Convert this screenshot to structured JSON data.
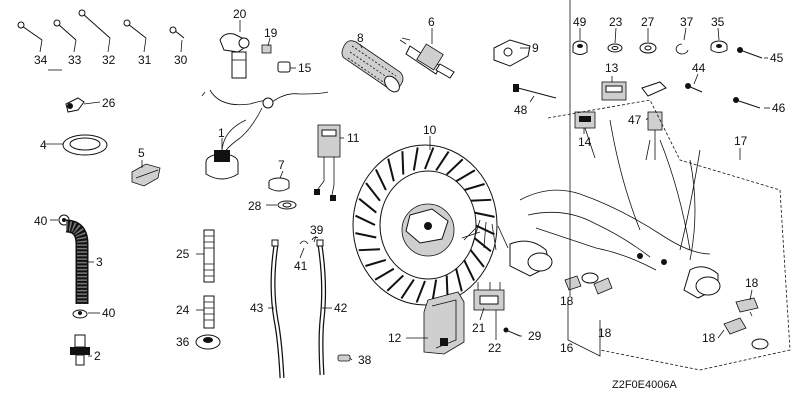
{
  "diagram": {
    "drawing_code": "Z2F0E4006A",
    "parts": [
      {
        "id": "p1",
        "number": "1"
      },
      {
        "id": "p2",
        "number": "2"
      },
      {
        "id": "p3",
        "number": "3"
      },
      {
        "id": "p4",
        "number": "4"
      },
      {
        "id": "p5",
        "number": "5"
      },
      {
        "id": "p6",
        "number": "6"
      },
      {
        "id": "p7",
        "number": "7"
      },
      {
        "id": "p8",
        "number": "8"
      },
      {
        "id": "p9",
        "number": "9"
      },
      {
        "id": "p10",
        "number": "10"
      },
      {
        "id": "p11",
        "number": "11"
      },
      {
        "id": "p12",
        "number": "12"
      },
      {
        "id": "p13",
        "number": "13"
      },
      {
        "id": "p14",
        "number": "14"
      },
      {
        "id": "p15",
        "number": "15"
      },
      {
        "id": "p16",
        "number": "16"
      },
      {
        "id": "p17",
        "number": "17"
      },
      {
        "id": "p18a",
        "number": "18"
      },
      {
        "id": "p18b",
        "number": "18"
      },
      {
        "id": "p18c",
        "number": "18"
      },
      {
        "id": "p18d",
        "number": "18"
      },
      {
        "id": "p19",
        "number": "19"
      },
      {
        "id": "p20",
        "number": "20"
      },
      {
        "id": "p21",
        "number": "21"
      },
      {
        "id": "p22",
        "number": "22"
      },
      {
        "id": "p23",
        "number": "23"
      },
      {
        "id": "p24",
        "number": "24"
      },
      {
        "id": "p25",
        "number": "25"
      },
      {
        "id": "p26",
        "number": "26"
      },
      {
        "id": "p27",
        "number": "27"
      },
      {
        "id": "p28",
        "number": "28"
      },
      {
        "id": "p29",
        "number": "29"
      },
      {
        "id": "p30",
        "number": "30"
      },
      {
        "id": "p31",
        "number": "31"
      },
      {
        "id": "p32",
        "number": "32"
      },
      {
        "id": "p33",
        "number": "33"
      },
      {
        "id": "p34",
        "number": "34"
      },
      {
        "id": "p35",
        "number": "35"
      },
      {
        "id": "p36",
        "number": "36"
      },
      {
        "id": "p37",
        "number": "37"
      },
      {
        "id": "p38",
        "number": "38"
      },
      {
        "id": "p39",
        "number": "39"
      },
      {
        "id": "p40a",
        "number": "40"
      },
      {
        "id": "p40b",
        "number": "40"
      },
      {
        "id": "p41",
        "number": "41"
      },
      {
        "id": "p42",
        "number": "42"
      },
      {
        "id": "p43",
        "number": "43"
      },
      {
        "id": "p44",
        "number": "44"
      },
      {
        "id": "p45",
        "number": "45"
      },
      {
        "id": "p46",
        "number": "46"
      },
      {
        "id": "p47",
        "number": "47"
      },
      {
        "id": "p48",
        "number": "48"
      },
      {
        "id": "p49",
        "number": "49"
      }
    ]
  }
}
